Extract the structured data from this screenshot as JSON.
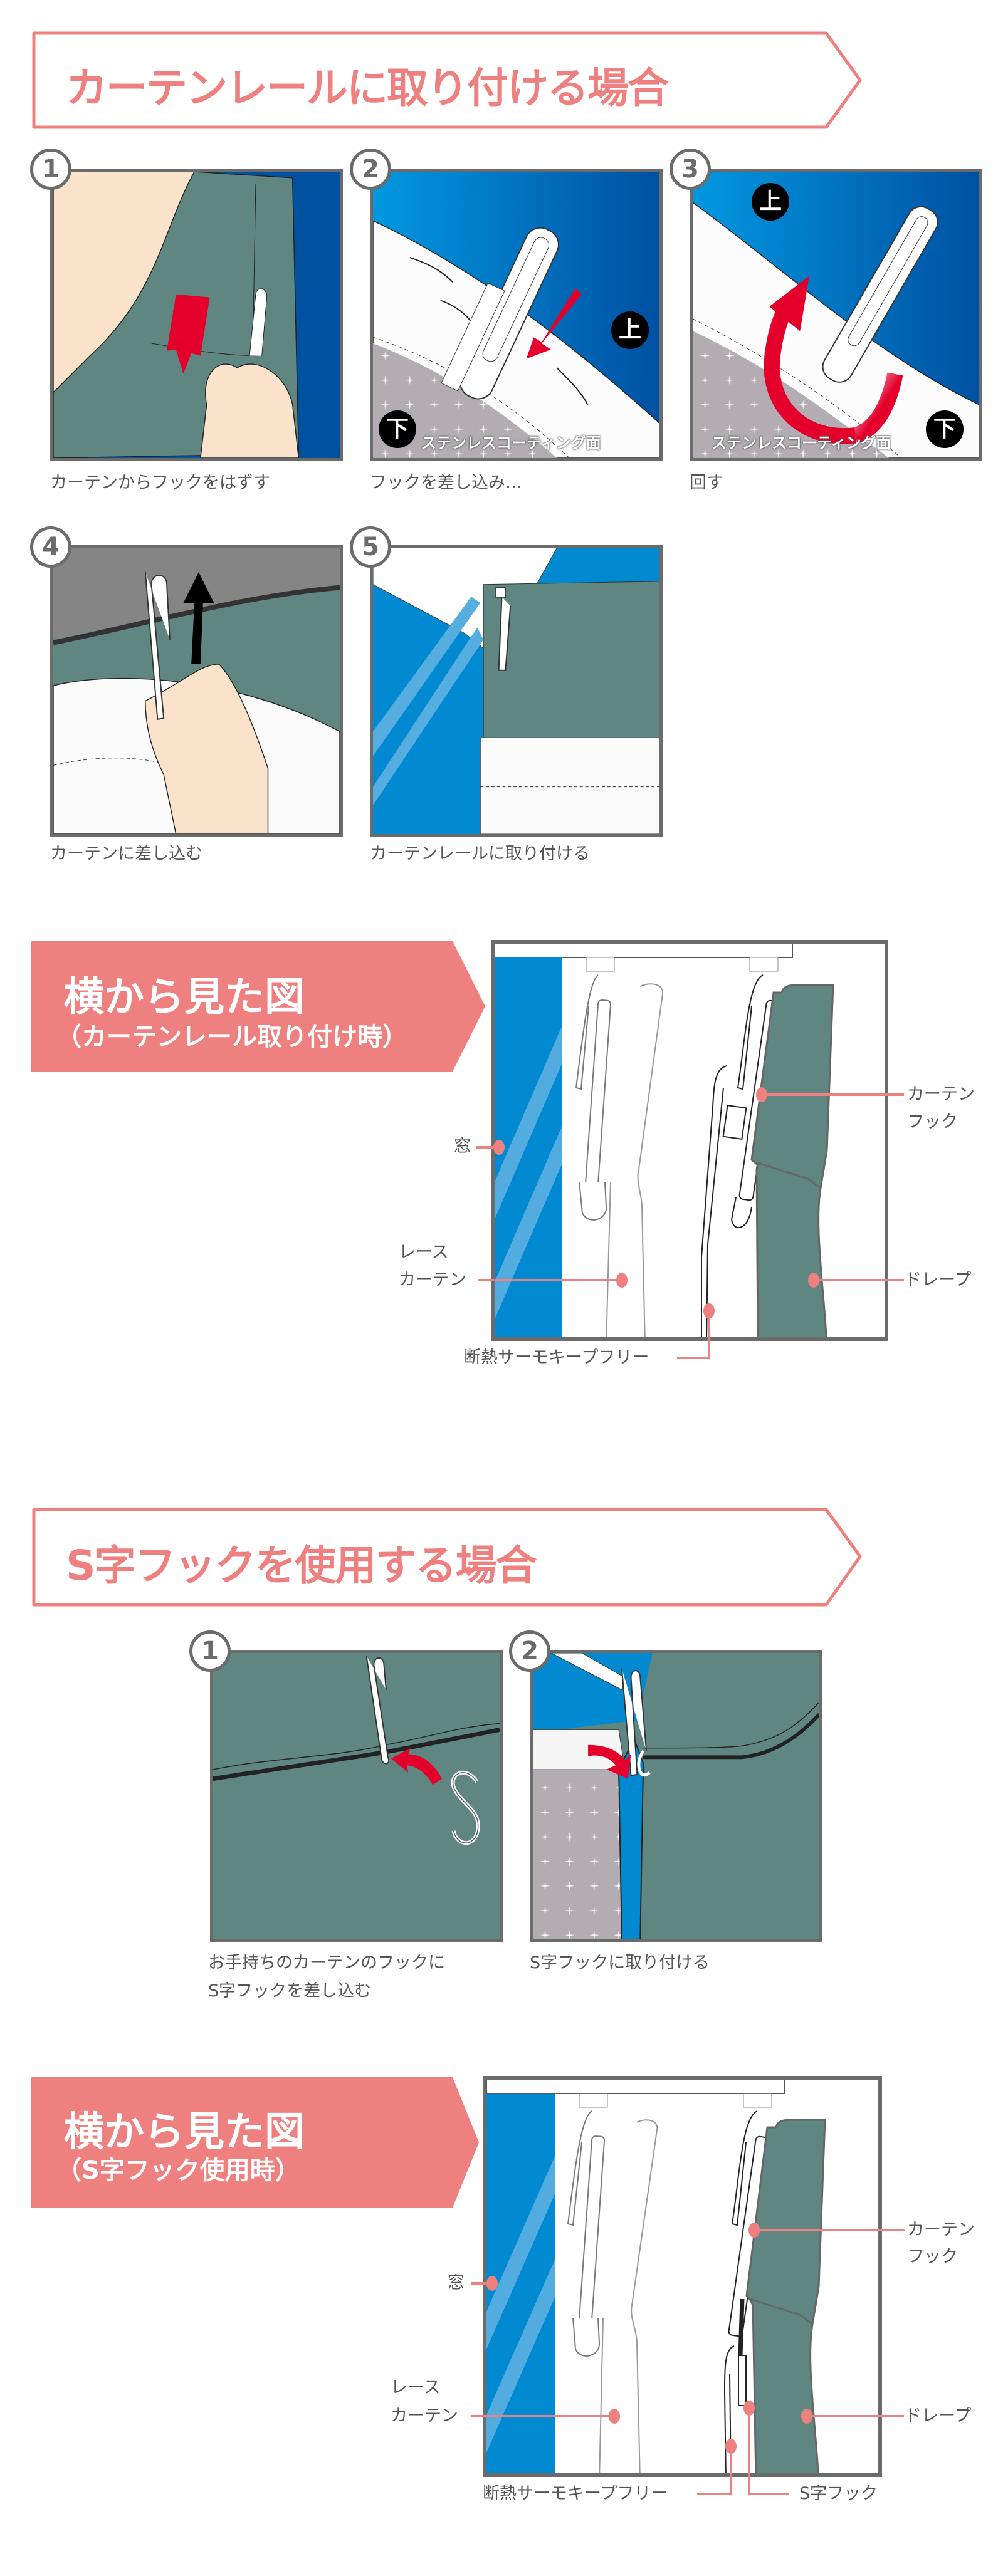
{
  "colors": {
    "accent": "#ef8080",
    "drape": "#5f8680",
    "window": "#0189d1",
    "arrow_red": "#e4002b",
    "skin": "#fbe3cb"
  },
  "rail_section": {
    "title": "カーテンレールに取り付ける場合",
    "steps": [
      {
        "num": "1",
        "caption": "カーテンからフックをはずす"
      },
      {
        "num": "2",
        "caption": "フックを差し込み…",
        "badge_up": "上",
        "badge_down": "下",
        "coating": "ステンレスコーティング面"
      },
      {
        "num": "3",
        "caption": "回す",
        "badge_up": "上",
        "badge_down": "下",
        "coating": "ステンレスコーティング面"
      },
      {
        "num": "4",
        "caption": "カーテンに差し込む"
      },
      {
        "num": "5",
        "caption": "カーテンレールに取り付ける"
      }
    ],
    "side_view": {
      "title": "横から見た図",
      "subtitle": "（カーテンレール取り付け時）",
      "labels": {
        "window": "窓",
        "lace_1": "レース",
        "lace_2": "カーテン",
        "hook_1": "カーテン",
        "hook_2": "フック",
        "drape": "ドレープ",
        "thermo": "断熱サーモキープフリー"
      }
    }
  },
  "s_hook_section": {
    "title": "S字フックを使用する場合",
    "steps": [
      {
        "num": "1",
        "caption_1": "お手持ちのカーテンのフックに",
        "caption_2": "S字フックを差し込む"
      },
      {
        "num": "2",
        "caption_1": "S字フックに取り付ける"
      }
    ],
    "side_view": {
      "title": "横から見た図",
      "subtitle": "（S字フック使用時）",
      "labels": {
        "window": "窓",
        "lace_1": "レース",
        "lace_2": "カーテン",
        "hook_1": "カーテン",
        "hook_2": "フック",
        "drape": "ドレープ",
        "thermo": "断熱サーモキープフリー",
        "s_hook": "S字フック"
      }
    }
  }
}
